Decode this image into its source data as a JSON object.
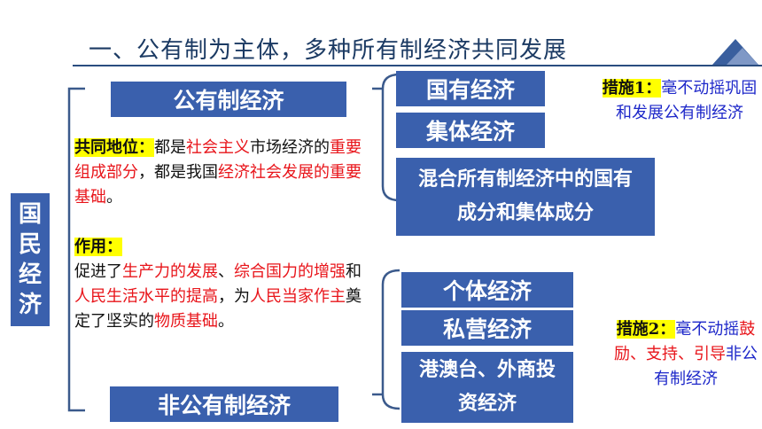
{
  "title": "一、公有制为主体，多种所有制经济共同发展",
  "center": "国民经济",
  "public": {
    "label": "公有制经济",
    "items": [
      "国有经济",
      "集体经济",
      "混合所有制经济中的国有成分和集体成分"
    ],
    "measure_label": "措施1：",
    "measure_text": "毫不动摇巩固和发展公有制经济"
  },
  "nonpublic": {
    "label": "非公有制经济",
    "items": [
      "个体经济",
      "私营经济",
      "港澳台、外商投资经济"
    ],
    "measure_label": "措施2：",
    "measure_text_a": "毫不动摇",
    "measure_text_b": "鼓励、支持、引导",
    "measure_text_c": "非公有制经济"
  },
  "status": {
    "label": "共同地位：",
    "t1": "都是",
    "r1": "社会主义",
    "t2": "市场经济的",
    "r2": "重要组成部分",
    "t3": "，都是我国",
    "r3": "经济社会发展的重要基础",
    "t4": "。"
  },
  "role": {
    "label": "作用：",
    "t1": "促进了",
    "r1": "生产力的发展",
    "t2": "、",
    "r2": "综合国力的增强",
    "t3": "和",
    "r3": "人民生活水平的提高",
    "t4": "，为",
    "r4": "人民当家作主",
    "t5": "奠定了坚实的",
    "r5": "物质基础",
    "t6": "。"
  },
  "colors": {
    "box_blue": "#3a60ad",
    "bracket": "#3b5a8c",
    "red": "#e8141a",
    "measure_blue": "#1d27c9",
    "highlight": "#ffff00"
  }
}
